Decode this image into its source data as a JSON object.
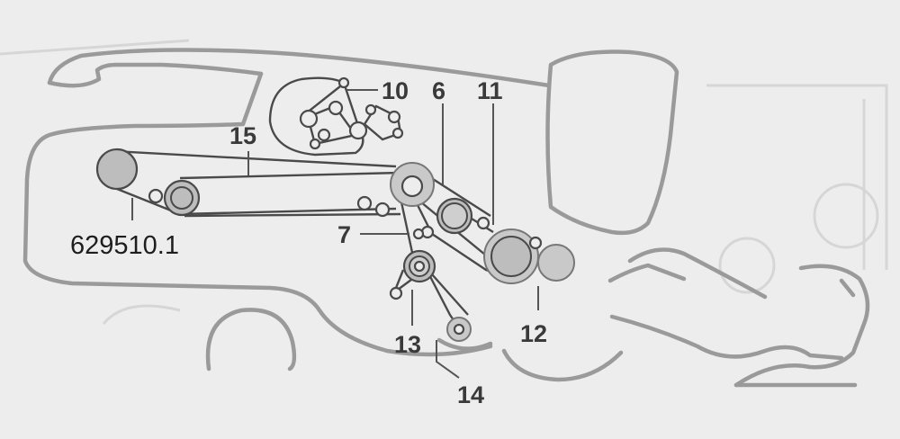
{
  "diagram": {
    "part_number": "629510.1",
    "callouts": [
      {
        "id": "c10",
        "text": "10"
      },
      {
        "id": "c6",
        "text": "6"
      },
      {
        "id": "c11",
        "text": "11"
      },
      {
        "id": "c15",
        "text": "15"
      },
      {
        "id": "c7",
        "text": "7"
      },
      {
        "id": "c12",
        "text": "12"
      },
      {
        "id": "c13",
        "text": "13"
      },
      {
        "id": "c14",
        "text": "14"
      }
    ]
  }
}
